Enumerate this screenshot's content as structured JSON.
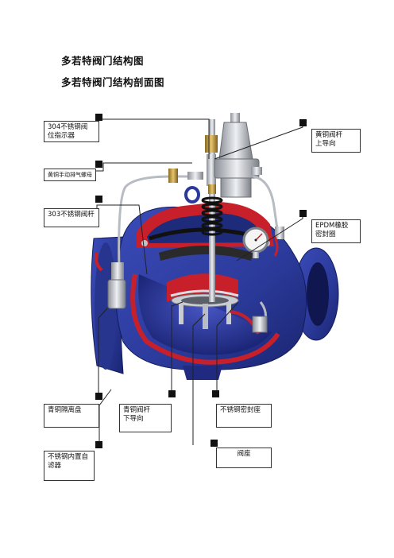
{
  "headings": {
    "title": "多若特阀门结构图",
    "subtitle": "多若特阀门结构剖面图"
  },
  "labels": {
    "stainless_indicator": [
      "304不锈钢阀",
      "位指示器"
    ],
    "brass_vent_nut": [
      "黄铜手动排气螺母"
    ],
    "stem_303": [
      "303不锈钢阀杆"
    ],
    "brass_stem_upper": [
      "黄铜阀杆",
      "上导向"
    ],
    "epdm_seal": [
      "EPDM橡胶",
      "密封圈"
    ],
    "bronze_disc": [
      "青铜隔离盘"
    ],
    "bronze_stem_lower": [
      "青铜阀杆",
      "下导向"
    ],
    "stainless_seat": [
      "不锈钢密封座"
    ],
    "valve_seat": [
      "阀座"
    ],
    "internal_filter": [
      "不锈钢内置自",
      "滤器"
    ]
  },
  "colors": {
    "body_blue": "#2b3a9a",
    "body_dark": "#1a2470",
    "cut_red": "#c8202a",
    "steel": "#c9ccd2",
    "brass": "#c9a24a"
  }
}
